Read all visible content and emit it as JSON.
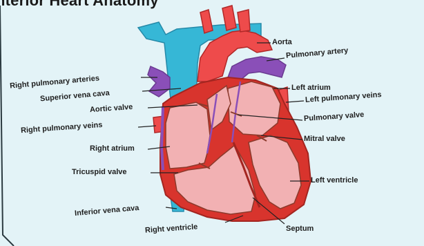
{
  "title": "nterior Heart Anatomy",
  "labels": {
    "aorta": "Aorta",
    "pulmonary_artery": "Pulmonary artery",
    "left_atrium": "Left atrium",
    "left_pulmonary_veins": "Left pulmonary veins",
    "pulmonary_valve": "Pulmonary valve",
    "mitral_valve": "Mitral valve",
    "left_ventricle": "Left ventricle",
    "septum": "Septum",
    "right_ventricle": "Right ventricle",
    "inferior_vena_cava": "Inferior vena cava",
    "tricuspid_valve": "Tricuspid valve",
    "right_atrium": "Right atrium",
    "right_pulmonary_veins": "Right pulmonary veins",
    "aortic_valve": "Aortic valve",
    "superior_vena_cava": "Superior vena cava",
    "right_pulmonary_arteries": "Right pulmonary arteries"
  },
  "colors": {
    "background": "#e3f3f7",
    "vena_cava_blue": "#36b7d6",
    "aorta_red": "#ee4b4b",
    "pulmonary_purple": "#8a4fb8",
    "muscle_red": "#d8342d",
    "chamber_pink": "#f2b1b3",
    "outline_brown": "#8b3a2c"
  }
}
